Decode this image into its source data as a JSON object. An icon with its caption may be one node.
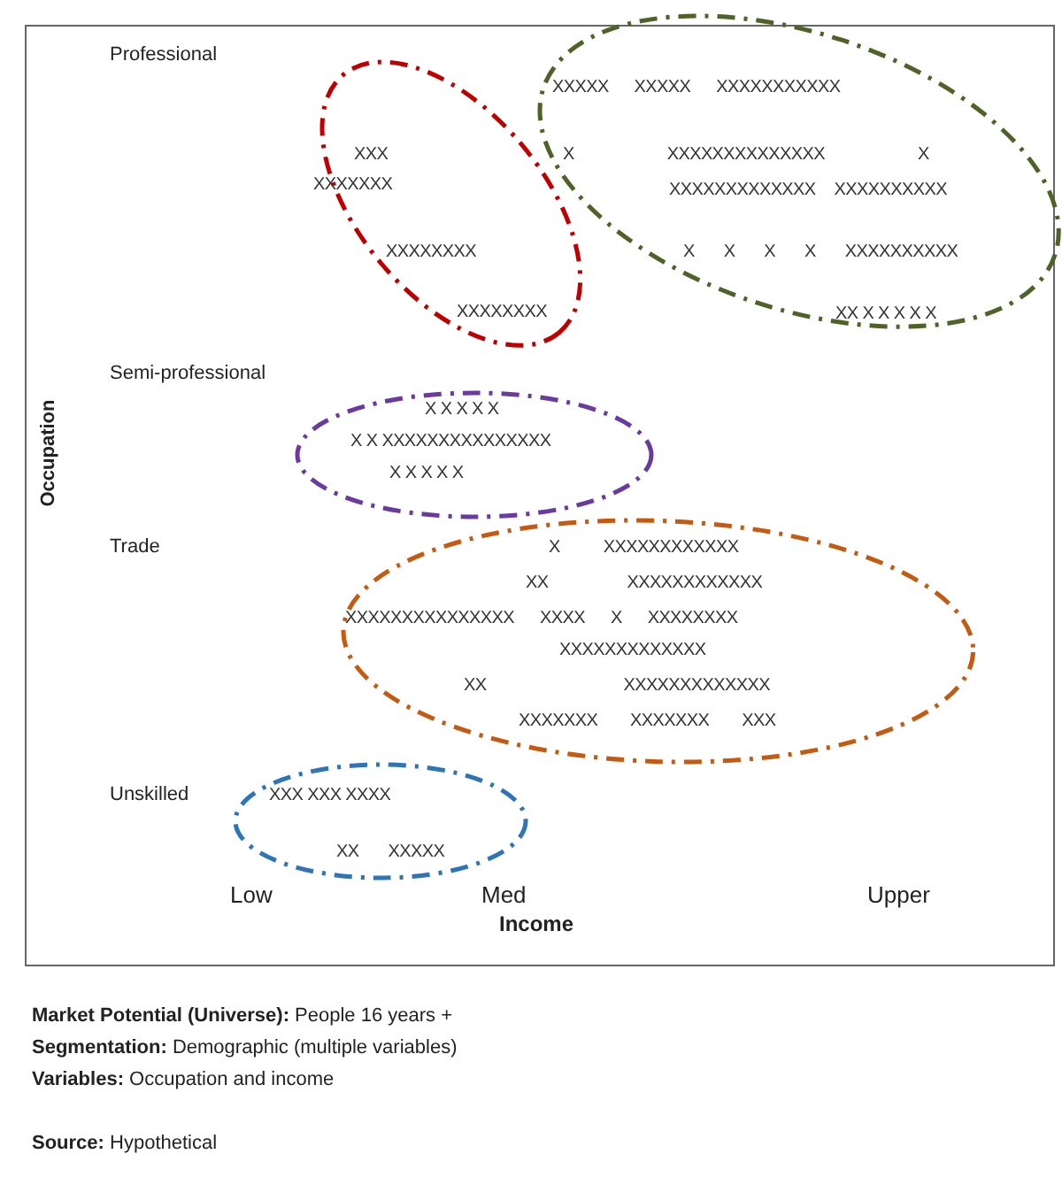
{
  "diagram": {
    "nodes": [
      {
        "text": [
          "XXXXX XXXXX XXXXXXXXXXX",
          "X XXXXXXXXXXXXXX X",
          "XXXXXXXXXXXXX XXXXXXXXXX",
          "X X X X XXXXXXXXXX",
          "XX X X X X X"
        ]
      },
      {
        "text": [
          "XXX",
          "XXXXXXX",
          "XXXXXXXX",
          "XXXXXXXX"
        ]
      },
      {
        "text": [
          "X X X X X",
          "X X XXXXXXXXXXXXXXX",
          "X X X X X"
        ]
      },
      {
        "text": [
          "X XXXXXXXXXXXX",
          "XX XXXXXXXXXXXX",
          "XXXXXXXXXXXXXXX XXXX X XXXXXXXX",
          "XXXXXXXXXXXXX",
          "XX XXXXXXXXXXXXX",
          "XXXXXXX XXXXXXX XXX"
        ]
      },
      {
        "text": [
          "XXX XXX XXXX",
          "XX XXXXX"
        ]
      }
    ],
    "labels": [
      "Professional",
      "Semi-professional",
      "Occupation",
      "Trade",
      "Unskilled",
      "Low",
      "Med",
      "Upper",
      "Income",
      "**Market Potential (Universe):** People 16 years +",
      "**Segmentation:** Demographic (multiple variables)",
      "**Variables:** Occupation and income",
      "**Source:** Hypothetical"
    ]
  }
}
